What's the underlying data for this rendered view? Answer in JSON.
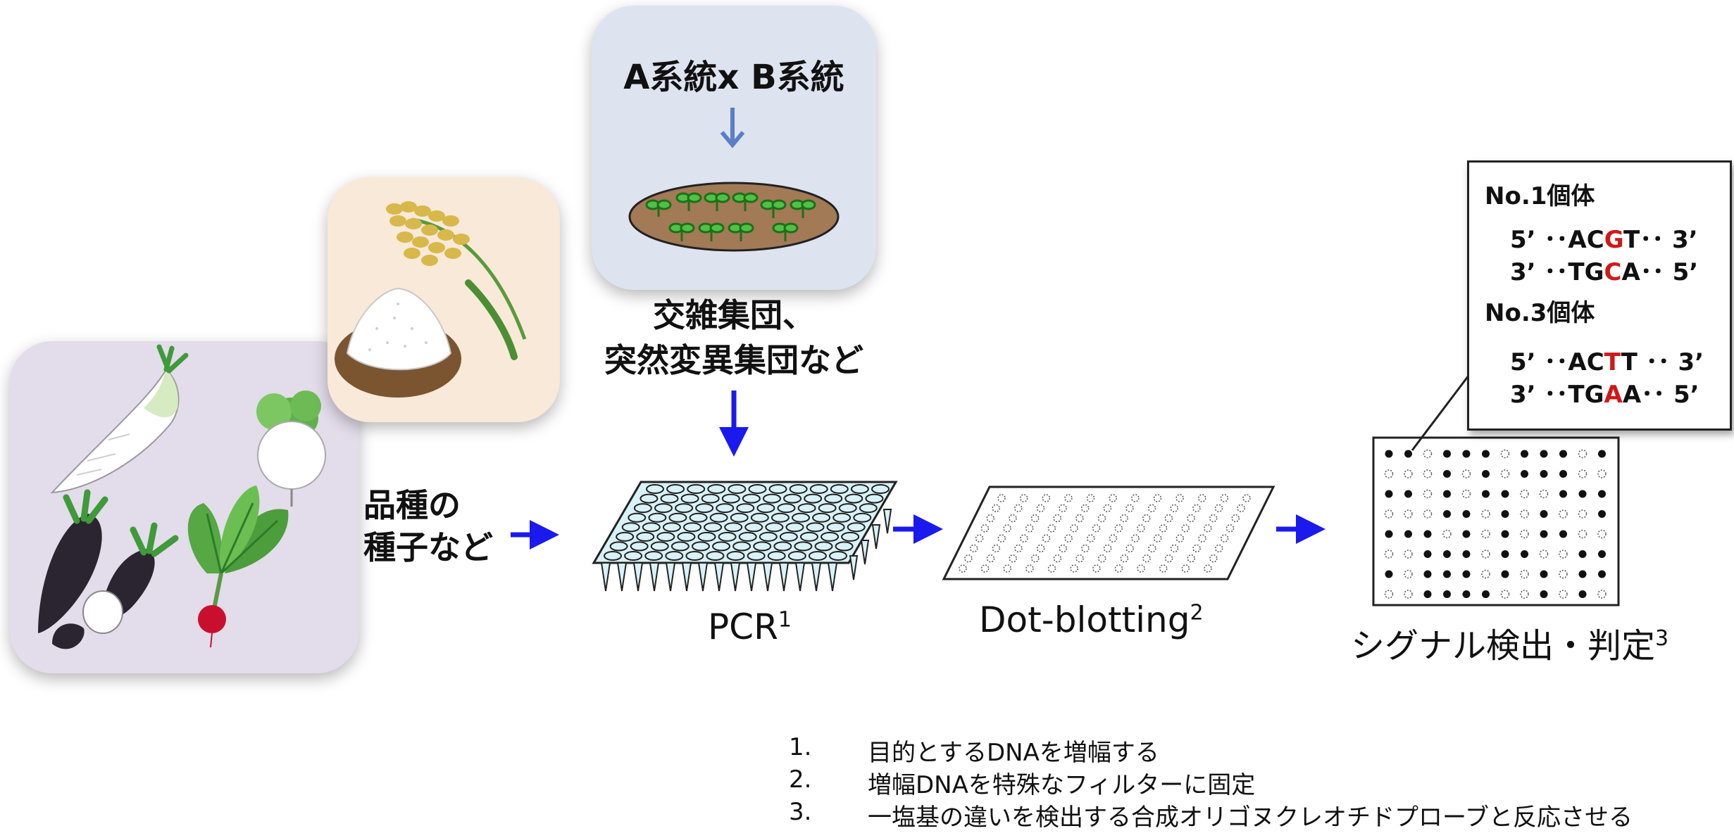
{
  "cross_box": {
    "title": "A系統x B系統"
  },
  "population_label": {
    "line1": "交雑集団、",
    "line2": "突然変異集団など"
  },
  "seed_label": {
    "line1": "品種の",
    "line2": "種子など"
  },
  "steps": {
    "pcr": {
      "label": "PCR",
      "sup": "1"
    },
    "dot": {
      "label": "Dot-blotting",
      "sup": "2"
    },
    "signal": {
      "label": "シグナル検出・判定",
      "sup": "3"
    }
  },
  "callout": {
    "no1": {
      "title": "No.1個体",
      "row1": {
        "pre": "5’ ･･AC",
        "hl": "G",
        "post": "T･･ 3’"
      },
      "row2": {
        "pre": "3’ ･･TG",
        "hl": "C",
        "post": "A･･ 5’"
      }
    },
    "no3": {
      "title": "No.3個体",
      "row1": {
        "pre": "5’ ･･AC",
        "hl": "T",
        "post": "T ･･ 3’"
      },
      "row2": {
        "pre": "3’ ･･TG",
        "hl": "A",
        "post": "A･･ 5’"
      }
    }
  },
  "footnotes": [
    {
      "num": "1.",
      "text": "目的とするDNAを増幅する"
    },
    {
      "num": "2.",
      "text": "増幅DNAを特殊なフィルターに固定"
    },
    {
      "num": "3.",
      "text": "一塩基の違いを検出する合成オリゴヌクレオチドプローブと反応させる"
    }
  ],
  "colors": {
    "arrow_blue": "#1a1aee",
    "cross_box_bg": "#dde3ef",
    "rice_card_bg": "#f8e9d9",
    "vegetable_card_bg": "#e3dcea",
    "highlight_red": "#d01818",
    "pcr_plate_fill": "#d8f2f7"
  },
  "icons": [
    "daikon-icon",
    "turnip-icon",
    "black-radish-icon",
    "red-radish-icon",
    "rice-plant-icon",
    "rice-bowl-icon",
    "seedling-tray-icon"
  ]
}
